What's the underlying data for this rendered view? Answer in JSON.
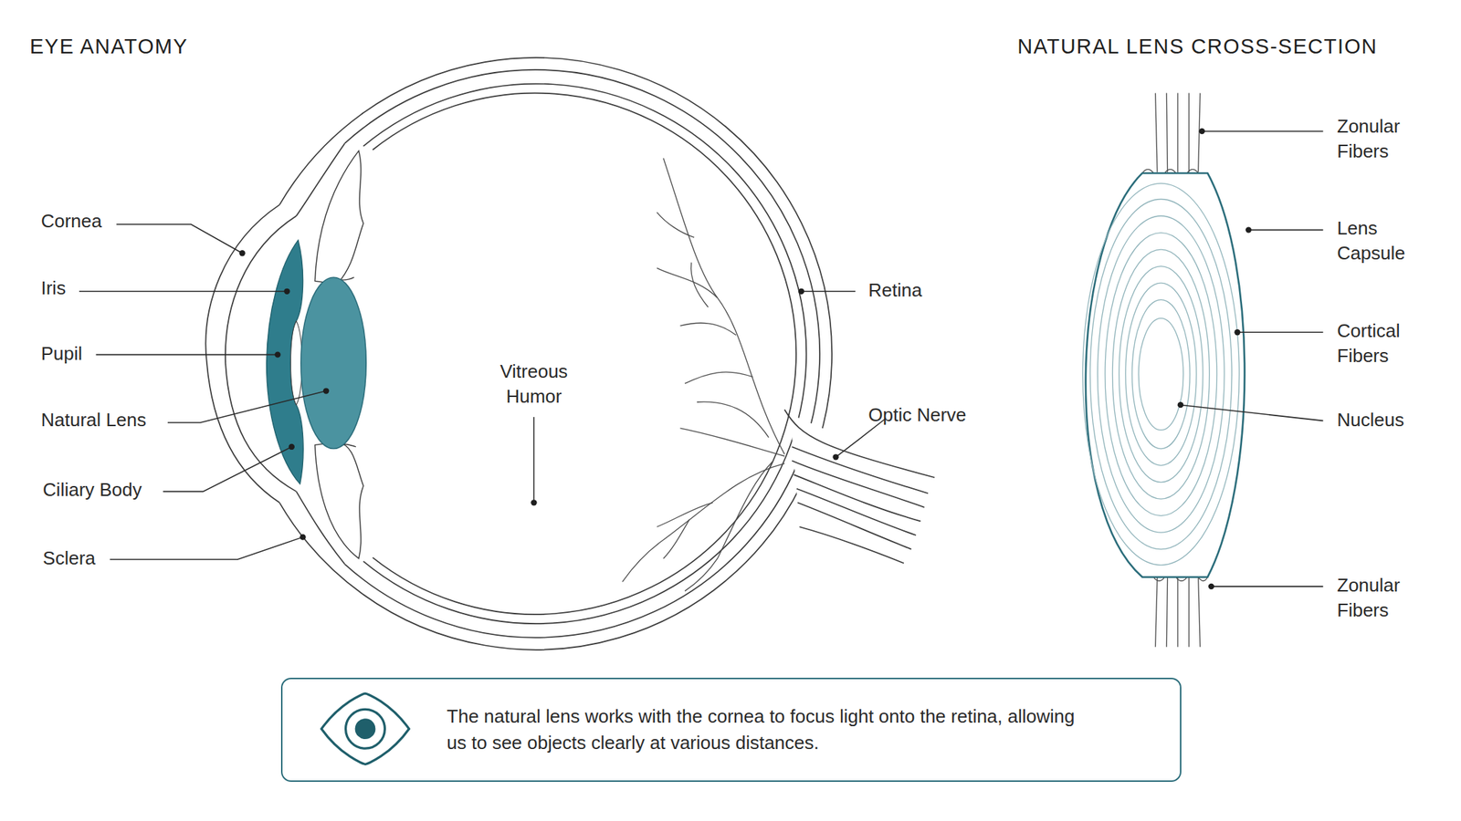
{
  "diagram": {
    "title": "EYE ANATOMY",
    "nodes": [
      {
        "text": [
          "The natural lens works with the cornea to focus light onto the retina, allowing us to see objects clearly at various distances."
        ]
      }
    ],
    "labels": [
      "NATURAL LENS CROSS-SECTION",
      "Cornea",
      "Iris",
      "Pupil",
      "Natural Lens",
      "Ciliary Body",
      "Sclera",
      "Vitreous Humor",
      "Retina",
      "Optic Nerve",
      "Zonular Fibers",
      "Lens Capsule",
      "Cortical Fibers",
      "Nucleus",
      "Zonular Fibers"
    ]
  }
}
